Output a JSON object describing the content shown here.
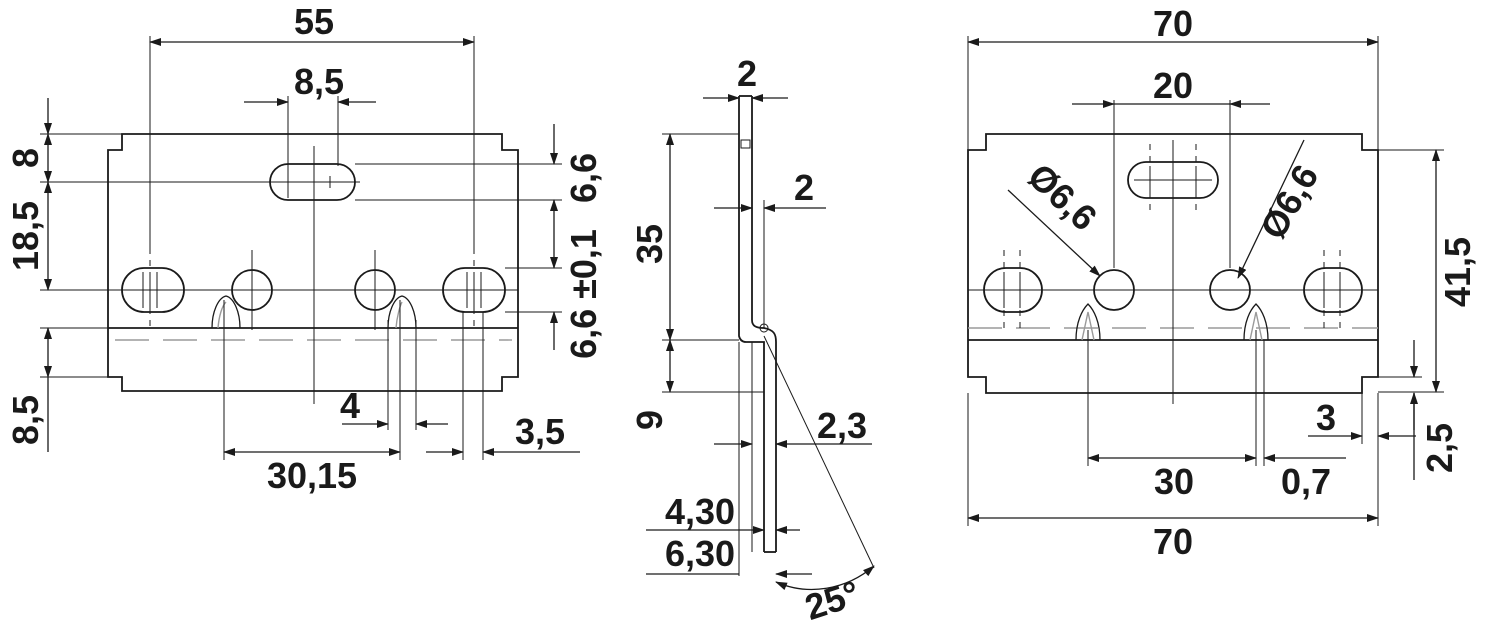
{
  "front_view": {
    "width": "55",
    "slot_width": "8,5",
    "top_edge": "8",
    "upper_height": "18,5",
    "lower_height": "8,5",
    "slot_height": "6,6",
    "hole_tolerance": "6,6 ±0,1",
    "hole_height": "6,6",
    "notch_width": "4",
    "edge_offset": "3,5",
    "hole_spacing": "30,15"
  },
  "side_view": {
    "thickness_top": "2",
    "thickness_mid": "2",
    "height_upper": "35",
    "height_lower": "9",
    "offset": "2,3",
    "depth_1": "4,30",
    "depth_2": "6,30",
    "angle": "25°"
  },
  "top_view": {
    "width_top": "70",
    "width_bottom": "70",
    "hole_spacing_top": "20",
    "hole_diameter_left": "Ø6,6",
    "hole_diameter_right": "Ø6,6",
    "height": "41,5",
    "hole_spacing_bottom": "30",
    "offset_small": "0,7",
    "tab_width": "3",
    "tab_height": "2,5"
  }
}
